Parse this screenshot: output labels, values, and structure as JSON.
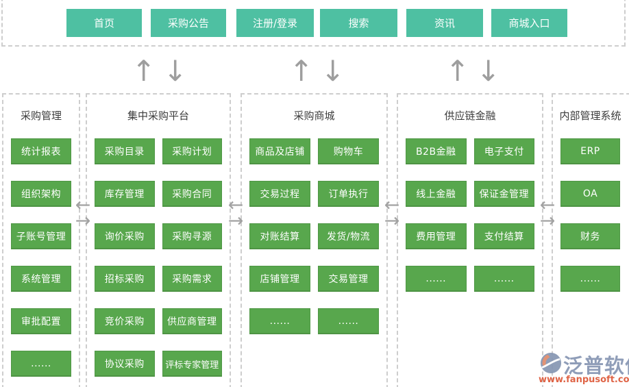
{
  "icons": {
    "arrow_up": "↑",
    "arrow_down": "↓",
    "arrow_left": "←",
    "arrow_right": "→"
  },
  "top_nav": {
    "items": [
      "首页",
      "采购公告",
      "注册/登录",
      "搜索",
      "资讯",
      "商城入口"
    ]
  },
  "columns": [
    {
      "title": "采购管理",
      "items": [
        "统计报表",
        "组织架构",
        "子账号管理",
        "系统管理",
        "审批配置",
        "......"
      ]
    },
    {
      "title": "集中采购平台",
      "items": [
        "采购目录",
        "采购计划",
        "库存管理",
        "采购合同",
        "询价采购",
        "采购寻源",
        "招标采购",
        "采购需求",
        "竞价采购",
        "供应商管理",
        "协议采购",
        "评标专家管理"
      ]
    },
    {
      "title": "采购商城",
      "items": [
        "商品及店铺",
        "购物车",
        "交易过程",
        "订单执行",
        "对账结算",
        "发货/物流",
        "店铺管理",
        "交易管理",
        "......",
        "......"
      ]
    },
    {
      "title": "供应链金融",
      "items": [
        "B2B金融",
        "电子支付",
        "线上金融",
        "保证金管理",
        "费用管理",
        "支付结算",
        "......",
        "......"
      ]
    },
    {
      "title": "内部管理系统",
      "items": [
        "ERP",
        "OA",
        "财务",
        "......"
      ]
    }
  ],
  "watermark": {
    "brand": "泛普软件",
    "url": "www.fanpusoft.com"
  },
  "colors": {
    "teal_button": "#4ec0a2",
    "green_button": "#58a74d",
    "dashed_border": "#cdcdcd",
    "arrow_gray": "#9e9e9e",
    "title_text": "#3c3c3c",
    "brand_blue": "#8695b3",
    "brand_orange": "#dd5737"
  }
}
